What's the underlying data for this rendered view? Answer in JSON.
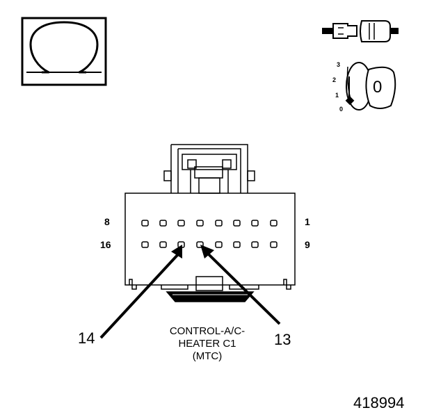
{
  "meter_symbol": "Ω",
  "key_positions": [
    "3",
    "2",
    "1",
    "0"
  ],
  "key_setting": "0",
  "pin_labels": {
    "top_left": "8",
    "top_right": "1",
    "bottom_left": "16",
    "bottom_right": "9"
  },
  "callouts": {
    "left": "14",
    "right": "13"
  },
  "caption": {
    "line1": "CONTROL-A/C-",
    "line2": "HEATER C1",
    "line3": "(MTC)"
  },
  "figure_number": "418994",
  "icons": [
    "ohmmeter-icon",
    "connector-disconnected-icon",
    "ignition-key-off-icon"
  ]
}
